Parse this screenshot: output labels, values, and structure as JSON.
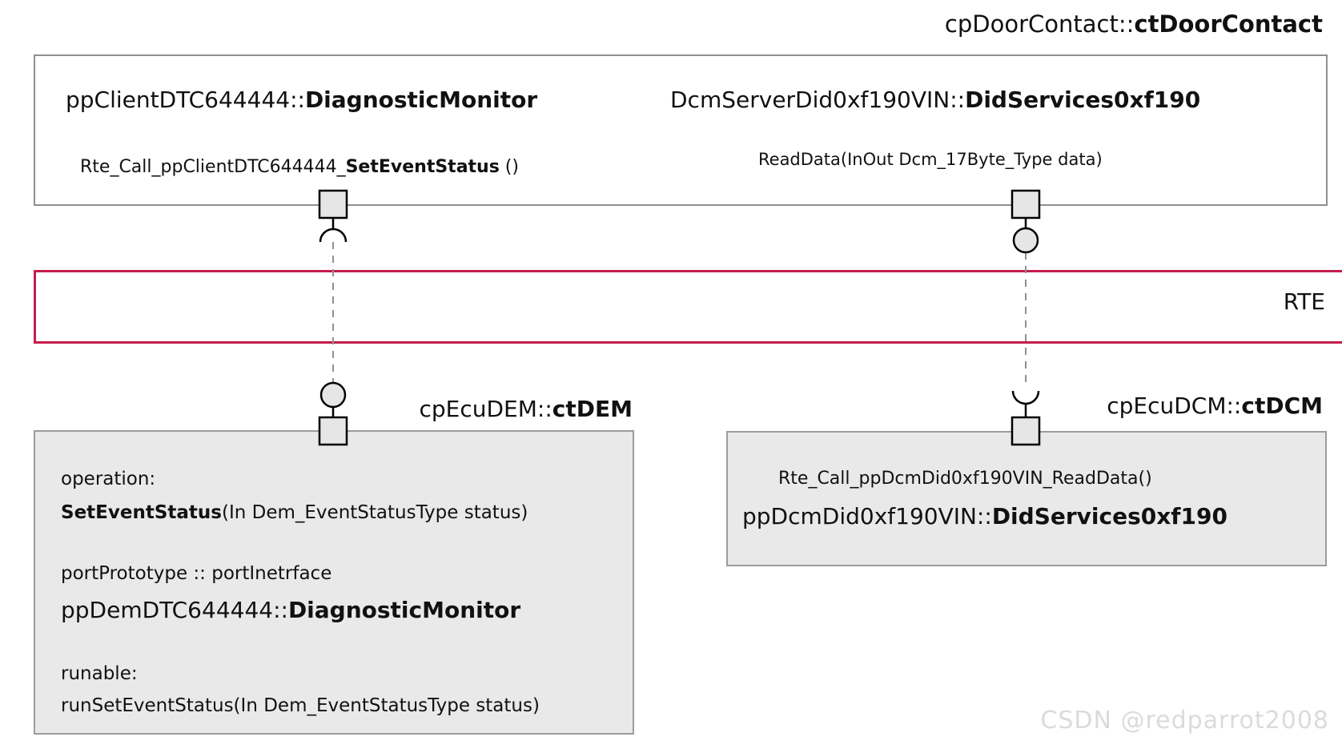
{
  "diagram": {
    "title": {
      "prefix": "cpDoorContact::",
      "bold": "ctDoorContact"
    },
    "top_component": {
      "client_port_label": {
        "prefix": "ppClientDTC644444::",
        "bold": "DiagnosticMonitor"
      },
      "server_port_label": {
        "prefix": "DcmServerDid0xf190VIN::",
        "bold": "DidServices0xf190"
      },
      "client_call_label": {
        "prefix": "Rte_Call_ppClientDTC644444_",
        "bold": "SetEventStatus",
        "suffix": " ()"
      },
      "server_operation_label": "ReadData(InOut Dcm_17Byte_Type data)"
    },
    "rte_layer": {
      "label": "RTE"
    },
    "dem_component": {
      "title": {
        "prefix": "cpEcuDEM::",
        "bold": "ctDEM"
      },
      "operation_heading": "operation:",
      "operation_signature": {
        "bold": "SetEventStatus",
        "suffix": "(In Dem_EventStatusType status)"
      },
      "port_heading": "portPrototype :: portInetrface",
      "port_prototype": {
        "prefix": "ppDemDTC644444::",
        "bold": "DiagnosticMonitor"
      },
      "runnable_heading": "runable:",
      "runnable_signature": "runSetEventStatus(In Dem_EventStatusType status)"
    },
    "dcm_component": {
      "title": {
        "prefix": "cpEcuDCM::",
        "bold": "ctDCM"
      },
      "call_label": "Rte_Call_ppDcmDid0xf190VIN_ReadData()",
      "port_prototype": {
        "prefix": "ppDcmDid0xf190VIN::",
        "bold": "DidServices0xf190"
      }
    },
    "watermark": "CSDN @redparrot2008",
    "colors": {
      "rte_border": "#c31c4e",
      "component_border": "#8f8f8f",
      "ecu_box_fill": "#e9e9e9",
      "ecu_box_border": "#9c9c9c",
      "port_fill": "#e6e6e6",
      "connector_line": "#909090",
      "text": "#111111",
      "watermark": "#dbdbdb"
    }
  }
}
